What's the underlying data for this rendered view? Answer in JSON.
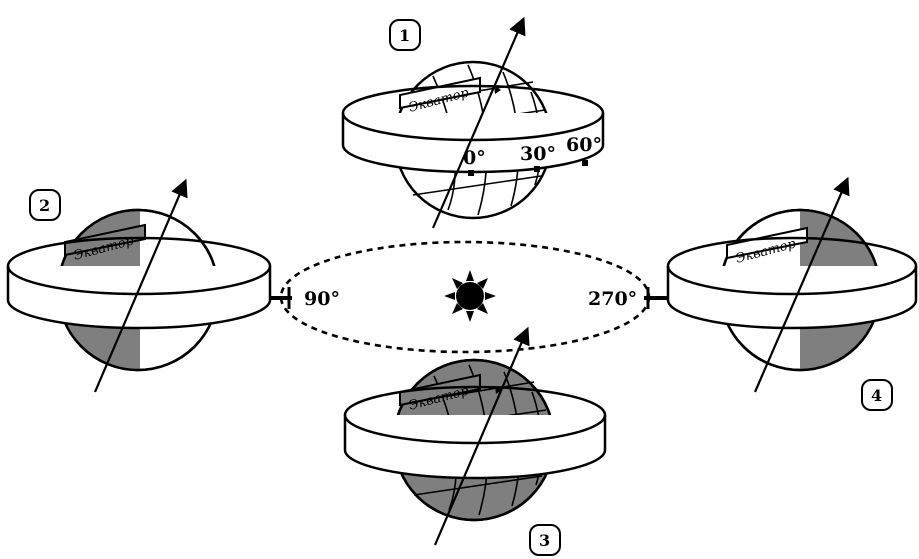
{
  "positions": [
    {
      "number": "1",
      "equator_label": "Экватор"
    },
    {
      "number": "2",
      "equator_label": "Экватор"
    },
    {
      "number": "3",
      "equator_label": "Экватор"
    },
    {
      "number": "4",
      "equator_label": "Экватор"
    }
  ],
  "ring_degrees": [
    "0°",
    "30°",
    "60°"
  ],
  "orbit_degrees": {
    "left": "90°",
    "right": "270°"
  },
  "colors": {
    "lines": "#000000",
    "night_shade": "#7f7f7f",
    "day": "#ffffff"
  },
  "icons": [
    "sun-icon",
    "axis-arrow-icon"
  ]
}
